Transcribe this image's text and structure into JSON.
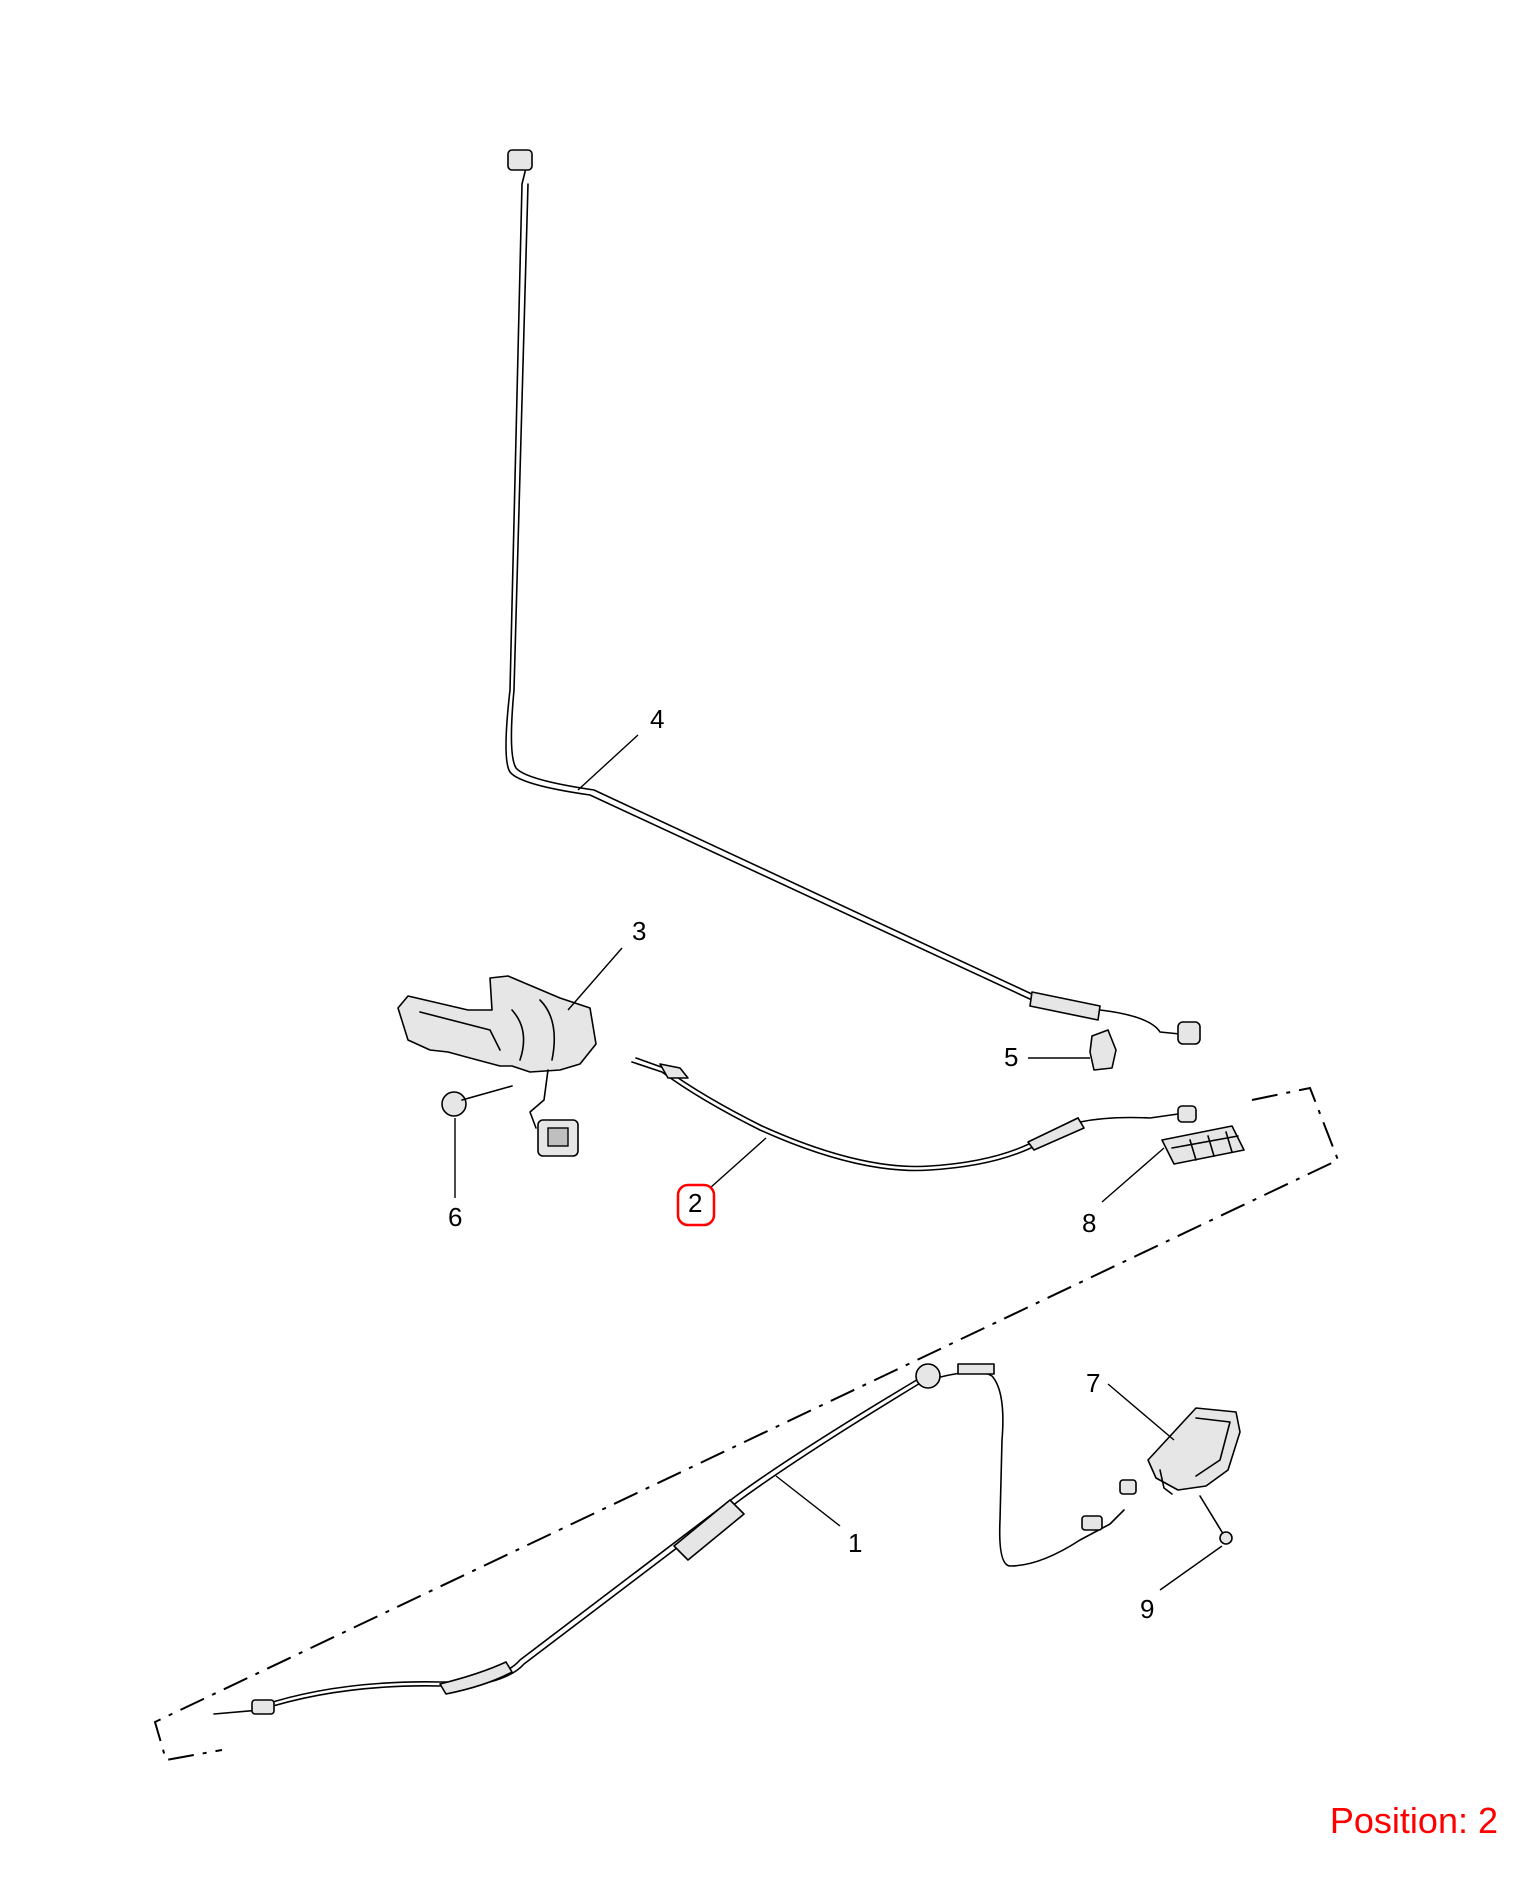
{
  "callouts": [
    {
      "id": "1",
      "label": "1"
    },
    {
      "id": "2",
      "label": "2"
    },
    {
      "id": "3",
      "label": "3"
    },
    {
      "id": "4",
      "label": "4"
    },
    {
      "id": "5",
      "label": "5"
    },
    {
      "id": "6",
      "label": "6"
    },
    {
      "id": "7",
      "label": "7"
    },
    {
      "id": "8",
      "label": "8"
    },
    {
      "id": "9",
      "label": "9"
    }
  ],
  "highlighted_callout": "2",
  "highlight_color": "#ff0000",
  "position_text": "Position: 2"
}
